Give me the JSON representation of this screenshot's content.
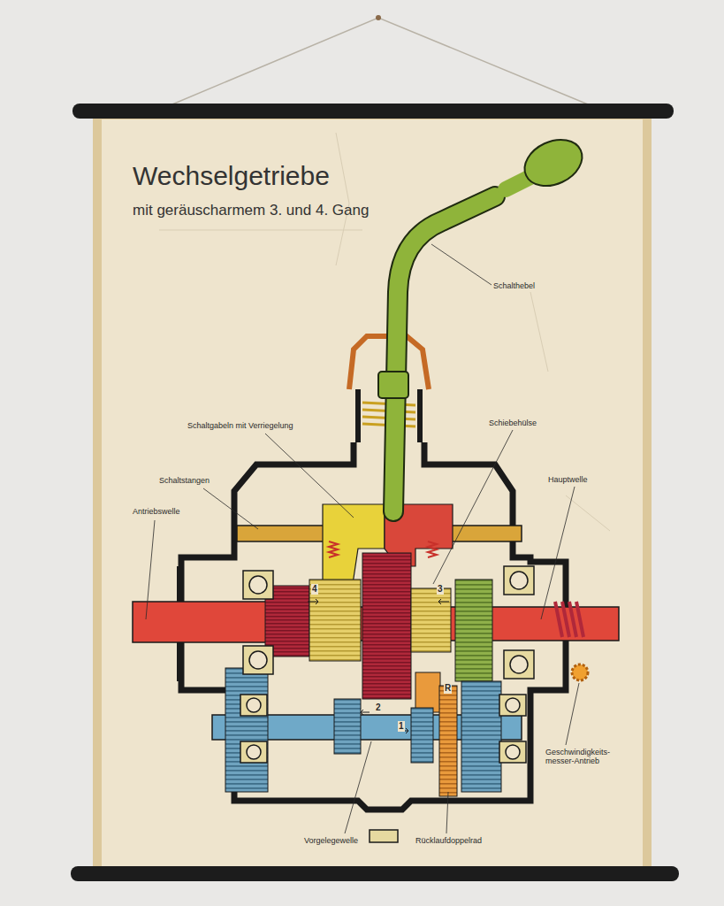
{
  "diagram": {
    "title": "Wechselgetriebe",
    "labels": [
      "mit geräuscharmem 3. und 4. Gang",
      "Schalthebel",
      "Schaltgabeln mit Verriegelung",
      "Schiebehülse",
      "Schaltstangen",
      "Hauptwelle",
      "Antriebswelle",
      "4",
      "3",
      "2",
      "1",
      "R",
      "Geschwindigkeits- messer-Antrieb",
      "Vorgelegewelle",
      "Rücklaufdoppelrad"
    ]
  }
}
